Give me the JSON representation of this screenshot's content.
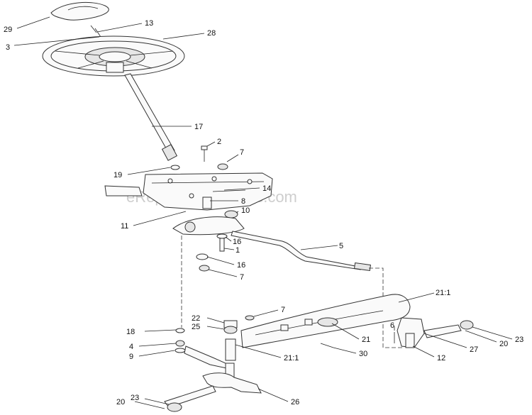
{
  "watermark": "eReplacementParts.com",
  "callouts": [
    {
      "id": "c29a",
      "text": "29"
    },
    {
      "id": "c13",
      "text": "13"
    },
    {
      "id": "c3",
      "text": "3"
    },
    {
      "id": "c28",
      "text": "28"
    },
    {
      "id": "c17",
      "text": "17"
    },
    {
      "id": "c2",
      "text": "2"
    },
    {
      "id": "c7a",
      "text": "7"
    },
    {
      "id": "c19",
      "text": "19"
    },
    {
      "id": "c14",
      "text": "14"
    },
    {
      "id": "c8",
      "text": "8"
    },
    {
      "id": "c10",
      "text": "10"
    },
    {
      "id": "c11",
      "text": "11"
    },
    {
      "id": "c16a",
      "text": "16"
    },
    {
      "id": "c1",
      "text": "1"
    },
    {
      "id": "c5",
      "text": "5"
    },
    {
      "id": "c16b",
      "text": "16"
    },
    {
      "id": "c7b",
      "text": "7"
    },
    {
      "id": "c211a",
      "text": "21:1"
    },
    {
      "id": "c7c",
      "text": "7"
    },
    {
      "id": "c22",
      "text": "22"
    },
    {
      "id": "c18",
      "text": "18"
    },
    {
      "id": "c25",
      "text": "25"
    },
    {
      "id": "c21",
      "text": "21"
    },
    {
      "id": "c6",
      "text": "6"
    },
    {
      "id": "c23a",
      "text": "23"
    },
    {
      "id": "c20a",
      "text": "20"
    },
    {
      "id": "c27",
      "text": "27"
    },
    {
      "id": "c4",
      "text": "4"
    },
    {
      "id": "c9",
      "text": "9"
    },
    {
      "id": "c211b",
      "text": "21:1"
    },
    {
      "id": "c30",
      "text": "30"
    },
    {
      "id": "c12",
      "text": "12"
    },
    {
      "id": "c26",
      "text": "26"
    },
    {
      "id": "c20b",
      "text": "20"
    },
    {
      "id": "c23b",
      "text": "23"
    }
  ]
}
